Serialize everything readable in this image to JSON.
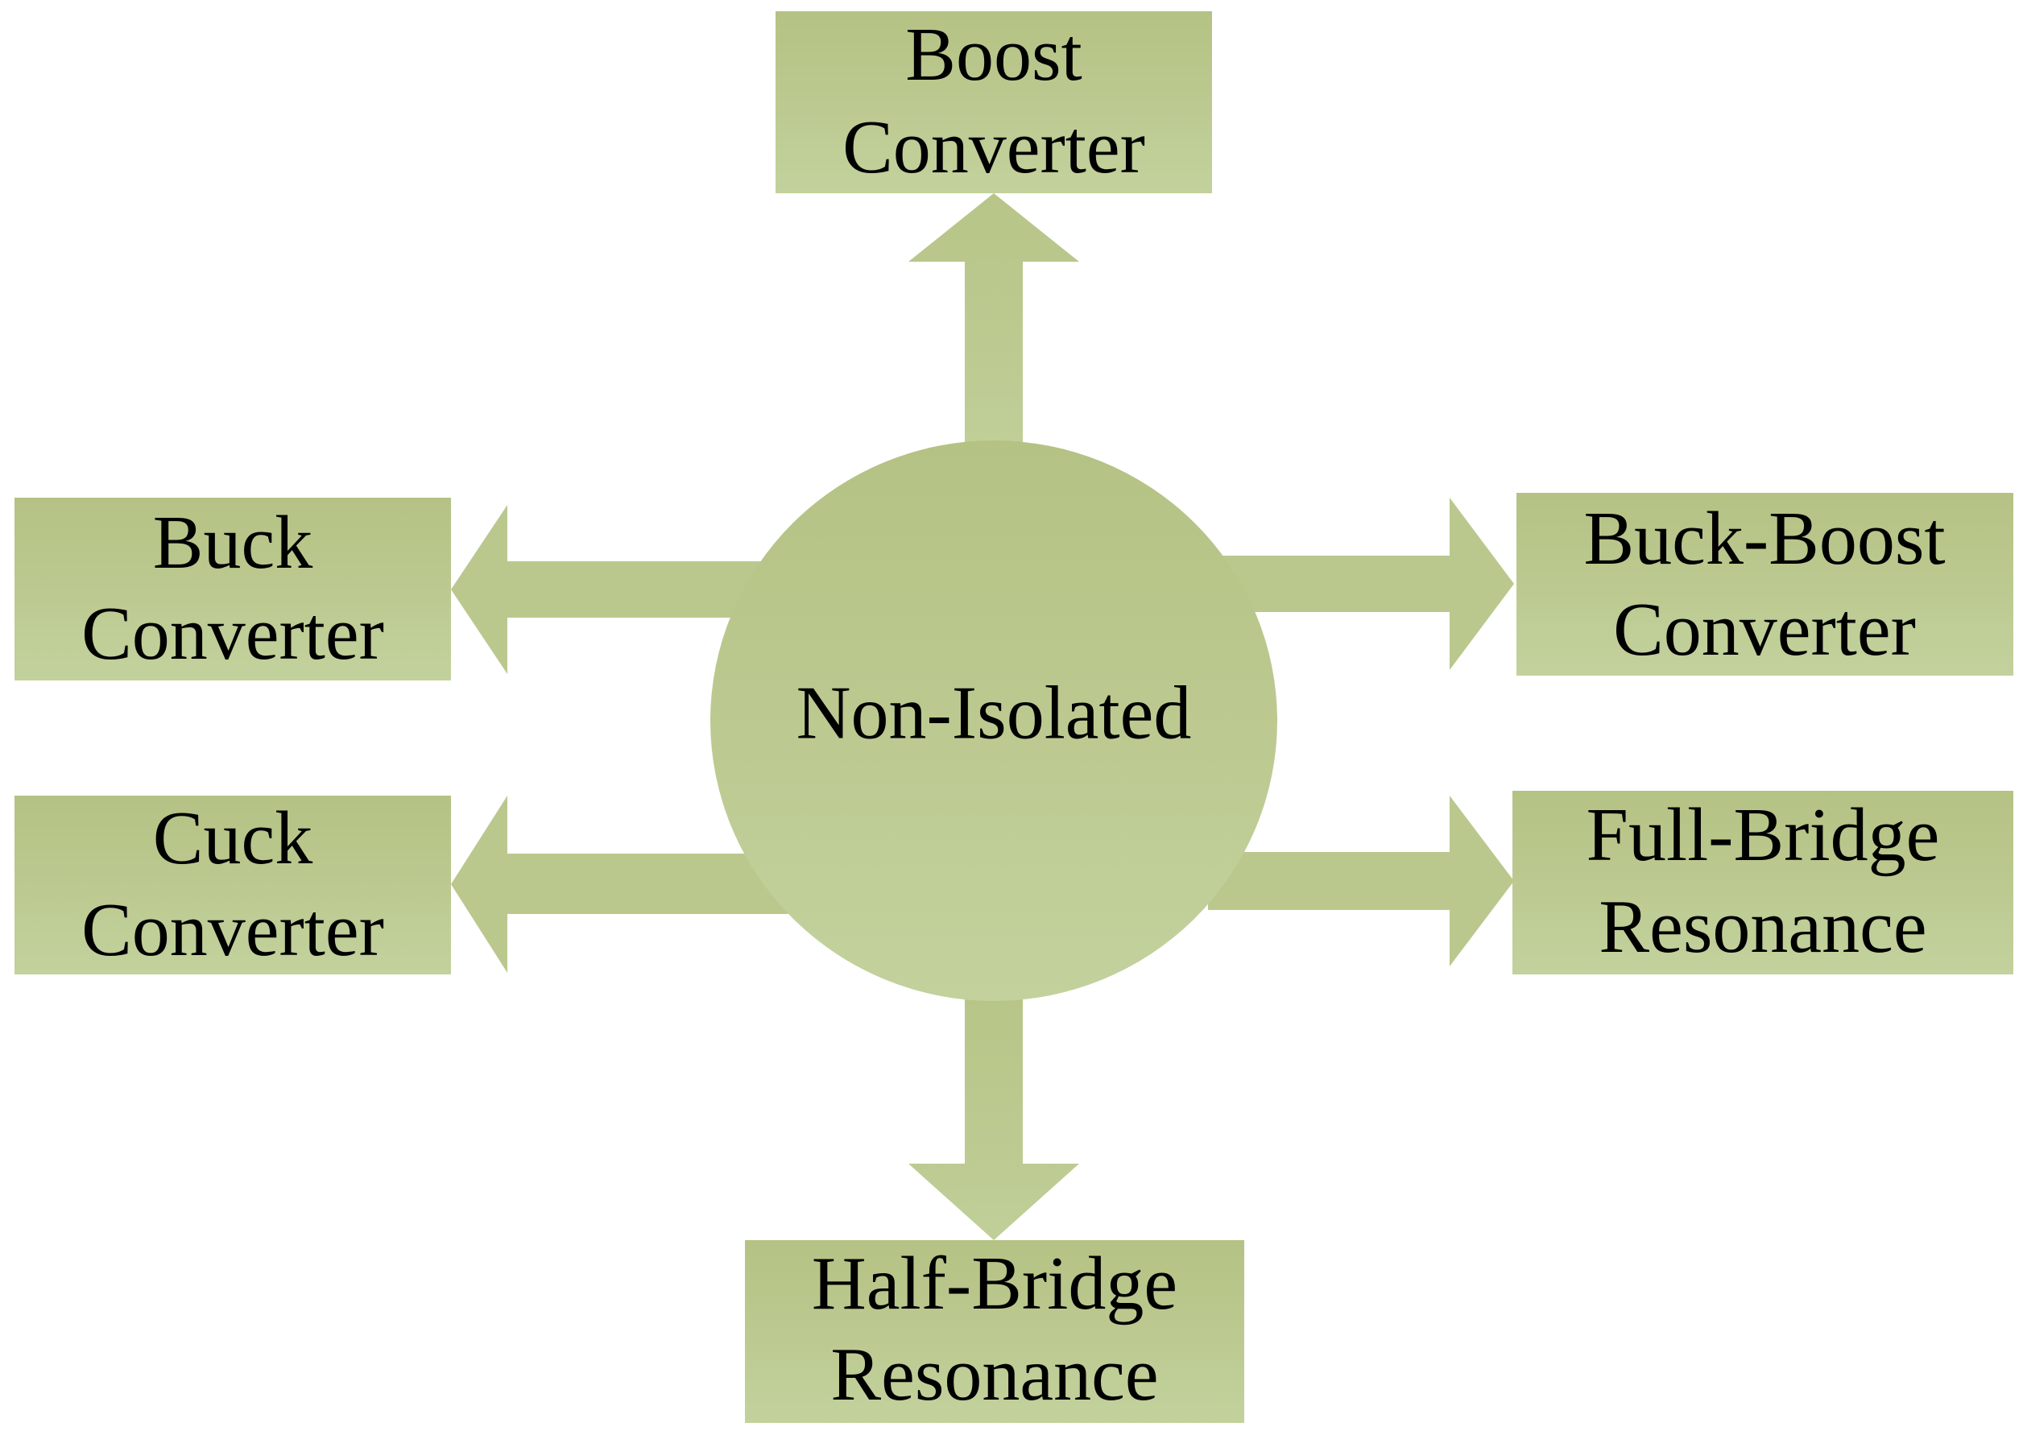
{
  "diagram": {
    "center": {
      "label": "Non-Isolated"
    },
    "nodes": {
      "top": {
        "line1": "Boost",
        "line2": "Converter"
      },
      "left_upper": {
        "line1": "Buck",
        "line2": "Converter"
      },
      "left_lower": {
        "line1": "Cuck",
        "line2": "Converter"
      },
      "right_upper": {
        "line1": "Buck-Boost",
        "line2": "Converter"
      },
      "right_lower": {
        "line1": "Full-Bridge",
        "line2": "Resonance"
      },
      "bottom": {
        "line1": "Half-Bridge",
        "line2": "Resonance"
      }
    },
    "colors": {
      "fill_top": "#b4c284",
      "fill_bottom": "#c3d19d",
      "background": "#ffffff"
    }
  }
}
